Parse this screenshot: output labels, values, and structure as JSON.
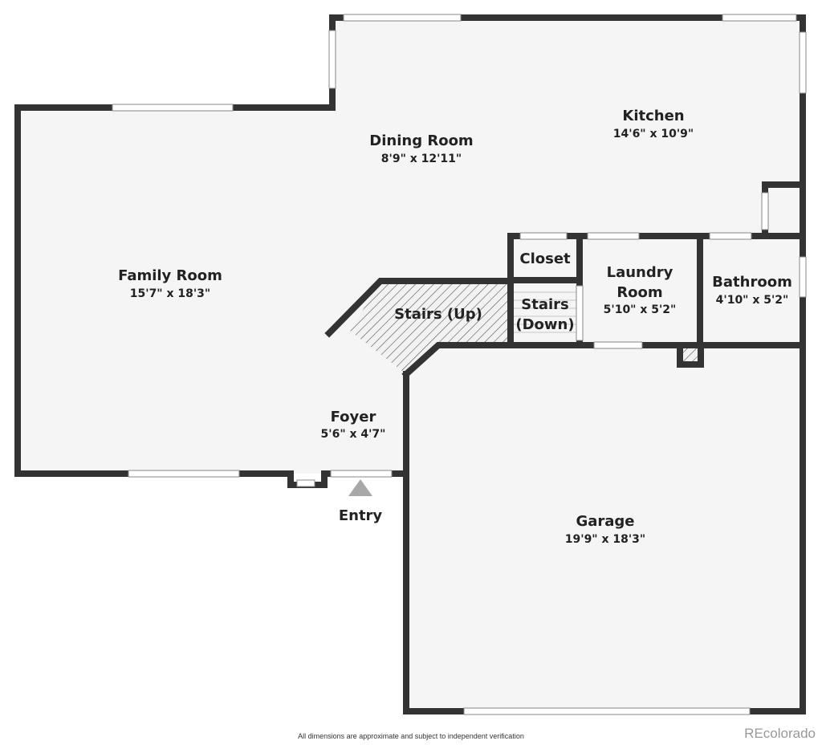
{
  "rooms": {
    "kitchen": {
      "name": "Kitchen",
      "dim": "14'6\" x 10'9\""
    },
    "dining": {
      "name": "Dining Room",
      "dim": "8'9\" x 12'11\""
    },
    "family": {
      "name": "Family Room",
      "dim": "15'7\" x 18'3\""
    },
    "closet": {
      "name": "Closet"
    },
    "laundry": {
      "name_line1": "Laundry",
      "name_line2": "Room",
      "dim": "5'10\" x 5'2\""
    },
    "bathroom": {
      "name": "Bathroom",
      "dim": "4'10\" x 5'2\""
    },
    "stairs_up": {
      "name": "Stairs (Up)"
    },
    "stairs_down": {
      "name_line1": "Stairs",
      "name_line2": "(Down)"
    },
    "foyer": {
      "name": "Foyer",
      "dim": "5'6\" x 4'7\""
    },
    "garage": {
      "name": "Garage",
      "dim": "19'9\" x 18'3\""
    }
  },
  "entry_label": "Entry",
  "disclaimer": "All dimensions are approximate and subject to independent verification",
  "watermark": "REcolorado",
  "colors": {
    "wall": "#333333",
    "floor": "#f5f5f5",
    "window": "#ffffff",
    "entry_arrow": "#a8a8a8"
  }
}
